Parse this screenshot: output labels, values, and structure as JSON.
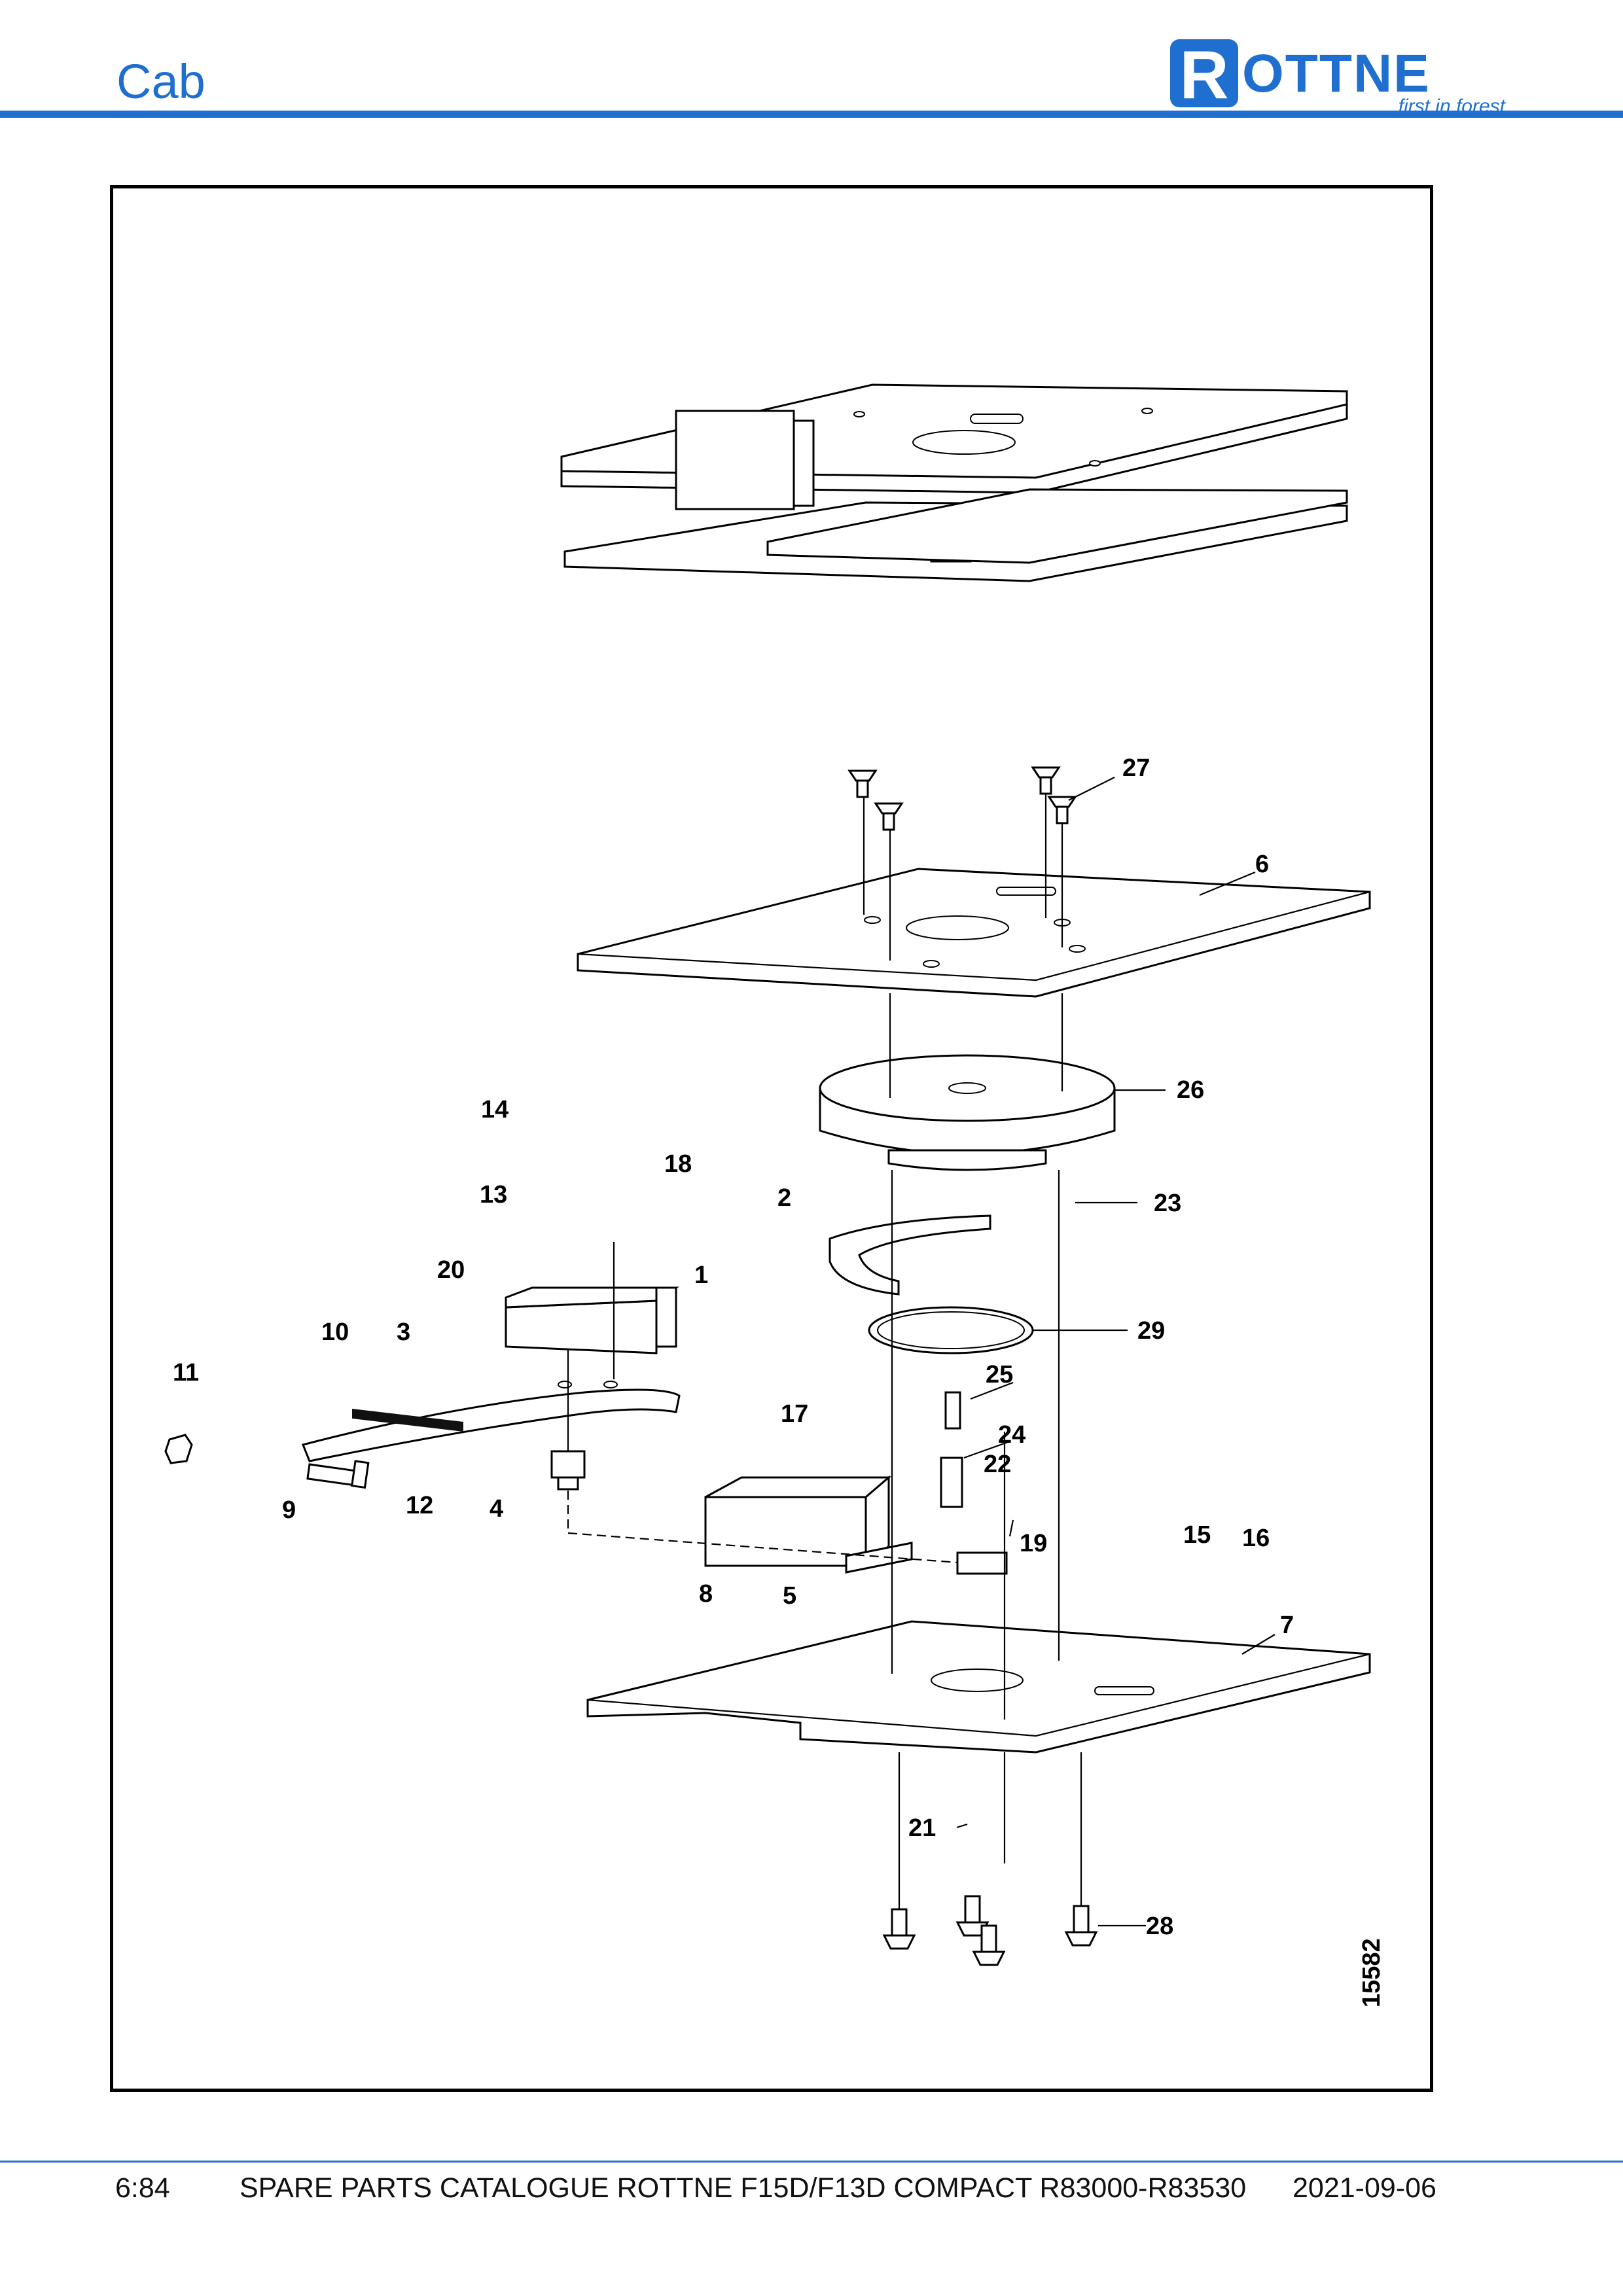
{
  "header": {
    "title": "Cab",
    "logo_mark": "R",
    "logo_text": "OTTNE",
    "logo_tagline": "first in forest"
  },
  "colors": {
    "accent": "#1f6fd0",
    "logo_bg": "#1f6fd0"
  },
  "drawing": {
    "id": "15582",
    "callouts": [
      "1",
      "2",
      "3",
      "4",
      "5",
      "6",
      "7",
      "8",
      "9",
      "10",
      "11",
      "12",
      "13",
      "14",
      "15",
      "16",
      "17",
      "18",
      "19",
      "20",
      "21",
      "22",
      "23",
      "24",
      "25",
      "26",
      "27",
      "28",
      "29"
    ]
  },
  "footer": {
    "page": "6:84",
    "catalogue": "SPARE PARTS CATALOGUE ROTTNE F15D/F13D COMPACT R83000-R83530",
    "date": "2021-09-06"
  }
}
